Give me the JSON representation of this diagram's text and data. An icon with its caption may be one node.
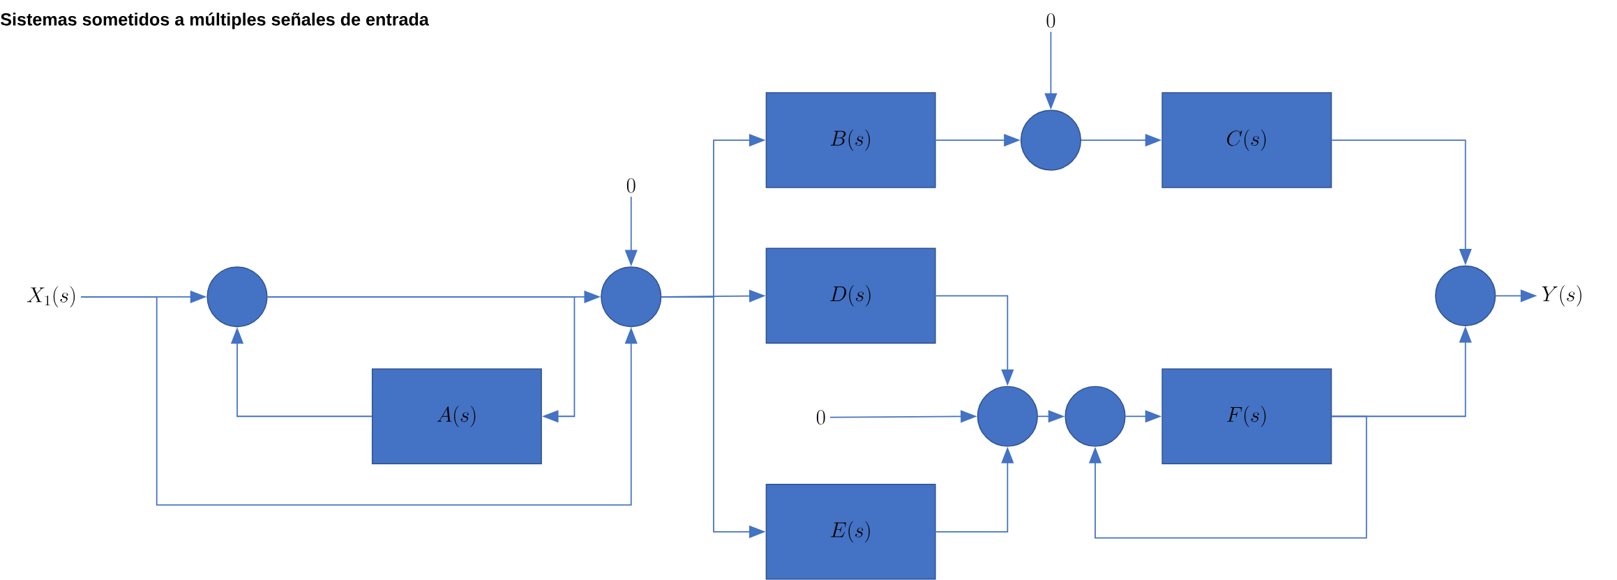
{
  "diagram": {
    "title": "Sistemas sometidos a múltiples señales de entrada",
    "nodes": [
      {
        "text": [
          "X_1(s)"
        ]
      },
      {
        "text": [],
        "shape": "circle"
      },
      {
        "text": [],
        "shape": "circle"
      },
      {
        "text": [
          "0"
        ]
      },
      {
        "text": [
          "A(s)"
        ]
      },
      {
        "text": [
          "B(s)"
        ]
      },
      {
        "text": [],
        "shape": "circle"
      },
      {
        "text": [
          "0"
        ]
      },
      {
        "text": [
          "C(s)"
        ]
      },
      {
        "text": [
          "D(s)"
        ]
      },
      {
        "text": [
          "0"
        ]
      },
      {
        "text": [],
        "shape": "circle"
      },
      {
        "text": [],
        "shape": "circle"
      },
      {
        "text": [
          "F(s)"
        ]
      },
      {
        "text": [
          "E(s)"
        ]
      },
      {
        "text": [],
        "shape": "circle"
      },
      {
        "text": [
          "Y(s)"
        ]
      }
    ],
    "edges": [
      {
        "from": 0,
        "to": 1,
        "arrow": "to"
      },
      {
        "from": 0,
        "to": 2,
        "arrow": "to"
      },
      {
        "from": 1,
        "to": 2,
        "arrow": "to"
      },
      {
        "from": 1,
        "to": 4,
        "arrow": "to"
      },
      {
        "from": 4,
        "to": 1,
        "arrow": "to"
      },
      {
        "from": 3,
        "to": 2,
        "arrow": "to"
      },
      {
        "from": 2,
        "to": 5,
        "arrow": "to"
      },
      {
        "from": 2,
        "to": 9,
        "arrow": "to"
      },
      {
        "from": 2,
        "to": 14,
        "arrow": "to"
      },
      {
        "from": 5,
        "to": 6,
        "arrow": "to"
      },
      {
        "from": 7,
        "to": 6,
        "arrow": "to"
      },
      {
        "from": 6,
        "to": 8,
        "arrow": "to"
      },
      {
        "from": 8,
        "to": 15,
        "arrow": "to"
      },
      {
        "from": 9,
        "to": 11,
        "arrow": "to"
      },
      {
        "from": 10,
        "to": 11,
        "arrow": "to"
      },
      {
        "from": 14,
        "to": 11,
        "arrow": "to"
      },
      {
        "from": 11,
        "to": 12,
        "arrow": "to"
      },
      {
        "from": 12,
        "to": 13,
        "arrow": "to"
      },
      {
        "from": 13,
        "to": 15,
        "arrow": "to"
      },
      {
        "from": 13,
        "to": 12,
        "arrow": "to"
      },
      {
        "from": 15,
        "to": 16,
        "arrow": "to"
      }
    ]
  }
}
